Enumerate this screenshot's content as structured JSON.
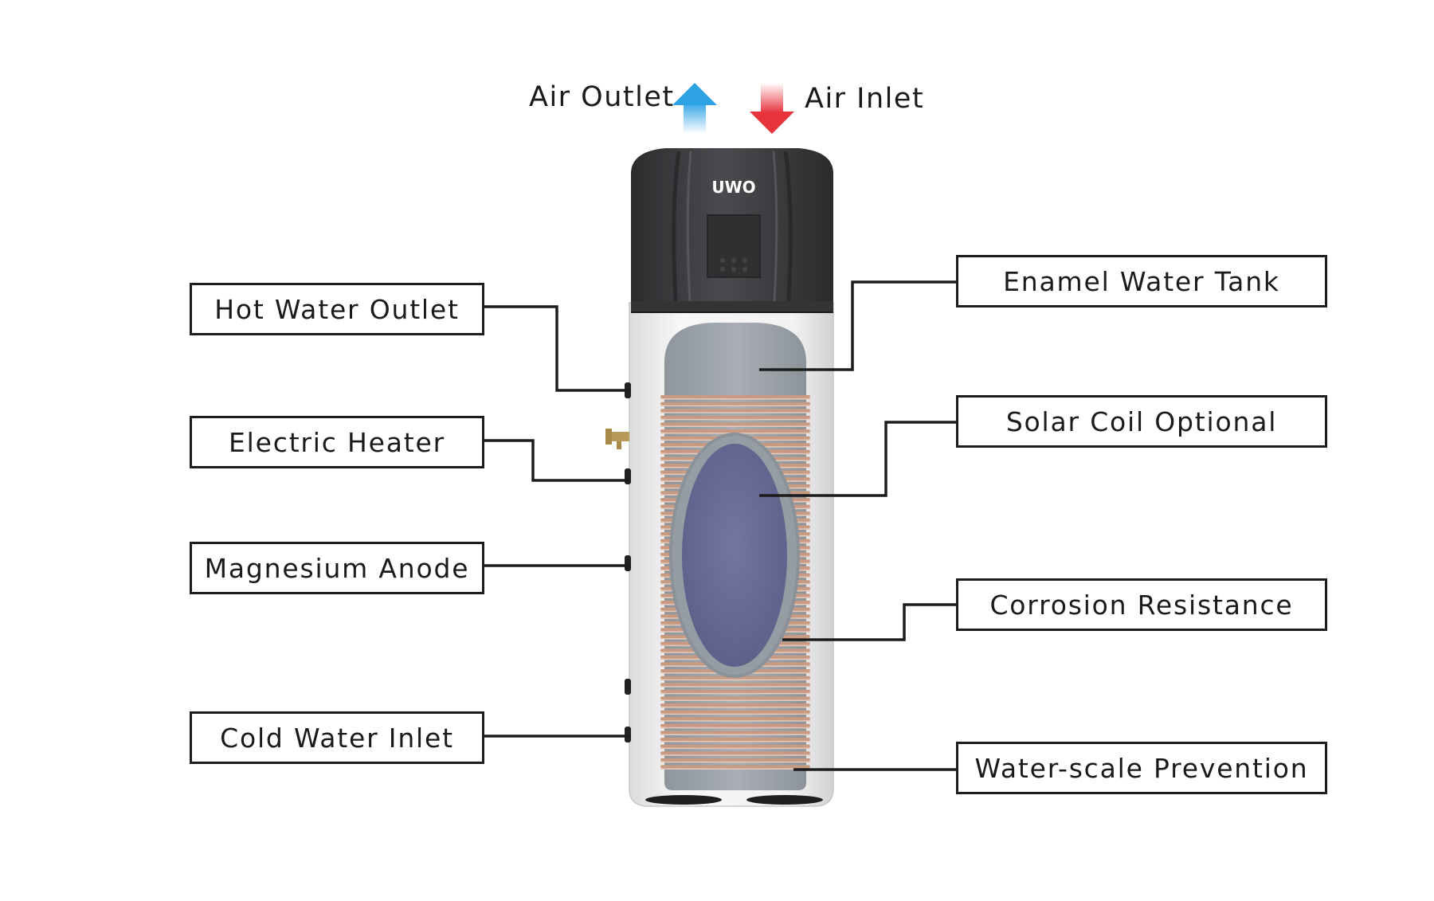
{
  "air": {
    "outlet_label": "Air Outlet",
    "inlet_label": "Air Inlet",
    "outlet_arrow_color": "#2ea3e6",
    "inlet_arrow_color": "#e8333d"
  },
  "brand": {
    "logo_text": "UWO"
  },
  "labels_left": {
    "hot_water_outlet": "Hot Water Outlet",
    "electric_heater": "Electric Heater",
    "magnesium_anode": "Magnesium Anode",
    "cold_water_inlet": "Cold Water Inlet"
  },
  "labels_right": {
    "enamel_water_tank": "Enamel Water Tank",
    "solar_coil_optional": "Solar Coil Optional",
    "corrosion_resistance": "Corrosion Resistance",
    "water_scale_prevention": "Water-scale Prevention"
  },
  "colors": {
    "head_unit": "#3d3e40",
    "casing": "#f4f4f4",
    "inner_tank": "#9aa1a8",
    "coil": "#c99a82",
    "window": "#6c6f98",
    "leader_line": "#1c1c1c"
  }
}
